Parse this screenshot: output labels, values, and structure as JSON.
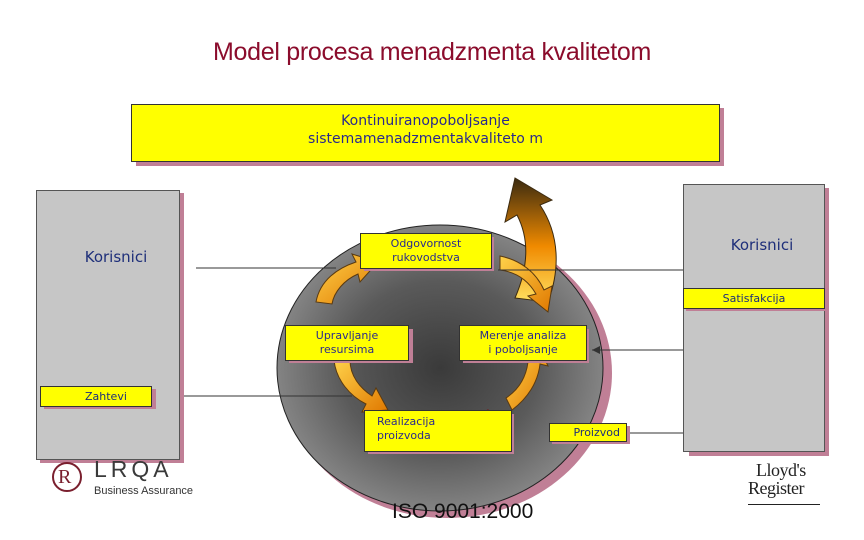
{
  "title": "Model procesa menadzmenta kvalitetom",
  "top_box": {
    "line1": "Kontinuiranopoboljsanje",
    "line2": "sistemamenadzmentakvaliteto m"
  },
  "left_panel": {
    "label": "Korisnici",
    "tag": "Zahtevi"
  },
  "right_panel": {
    "label": "Korisnici",
    "tag": "Satisfakcija"
  },
  "boxes": {
    "responsibility": {
      "line1": "Odgovornost",
      "line2": "rukovodstva"
    },
    "resources": {
      "line1": "Upravljanje",
      "line2": "resursima"
    },
    "measurement": {
      "line1": "Merenje analiza",
      "line2": "i poboljsanje"
    },
    "realization": {
      "line1": "Realizacija",
      "line2": "proizvoda"
    },
    "product": "Proizvod"
  },
  "lrqa": {
    "name": "LRQA",
    "sub": "Business Assurance",
    "mark": "R"
  },
  "lloyds": {
    "line1": "Lloyd's",
    "line2": "Register"
  },
  "iso": "ISO 9001:2000",
  "colors": {
    "title": "#8b0c2c",
    "yellow": "#ffff00",
    "label_blue": "#1e2f7a",
    "box_text": "#2a2a8c",
    "arrow_orange": "#f08a00",
    "red_arrow": "#ee1111"
  }
}
